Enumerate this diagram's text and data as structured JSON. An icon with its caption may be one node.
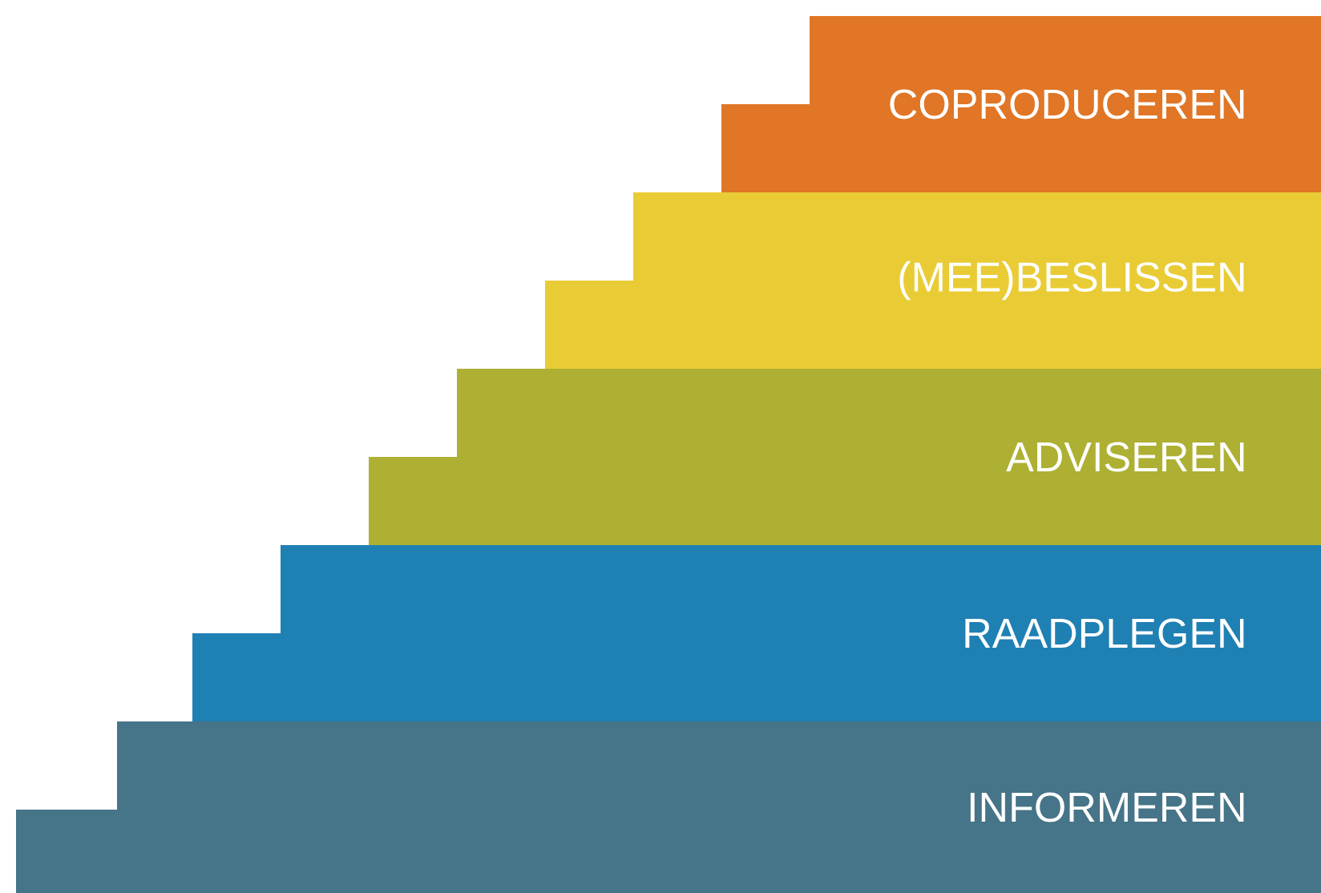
{
  "diagram": {
    "nodes": [
      {
        "text": [
          "COPRODUCEREN"
        ]
      },
      {
        "text": [
          "(MEE)BESLISSEN"
        ]
      },
      {
        "text": [
          "ADVISEREN"
        ]
      },
      {
        "text": [
          "RAADPLEGEN"
        ]
      },
      {
        "text": [
          "INFORMEREN"
        ]
      }
    ]
  }
}
